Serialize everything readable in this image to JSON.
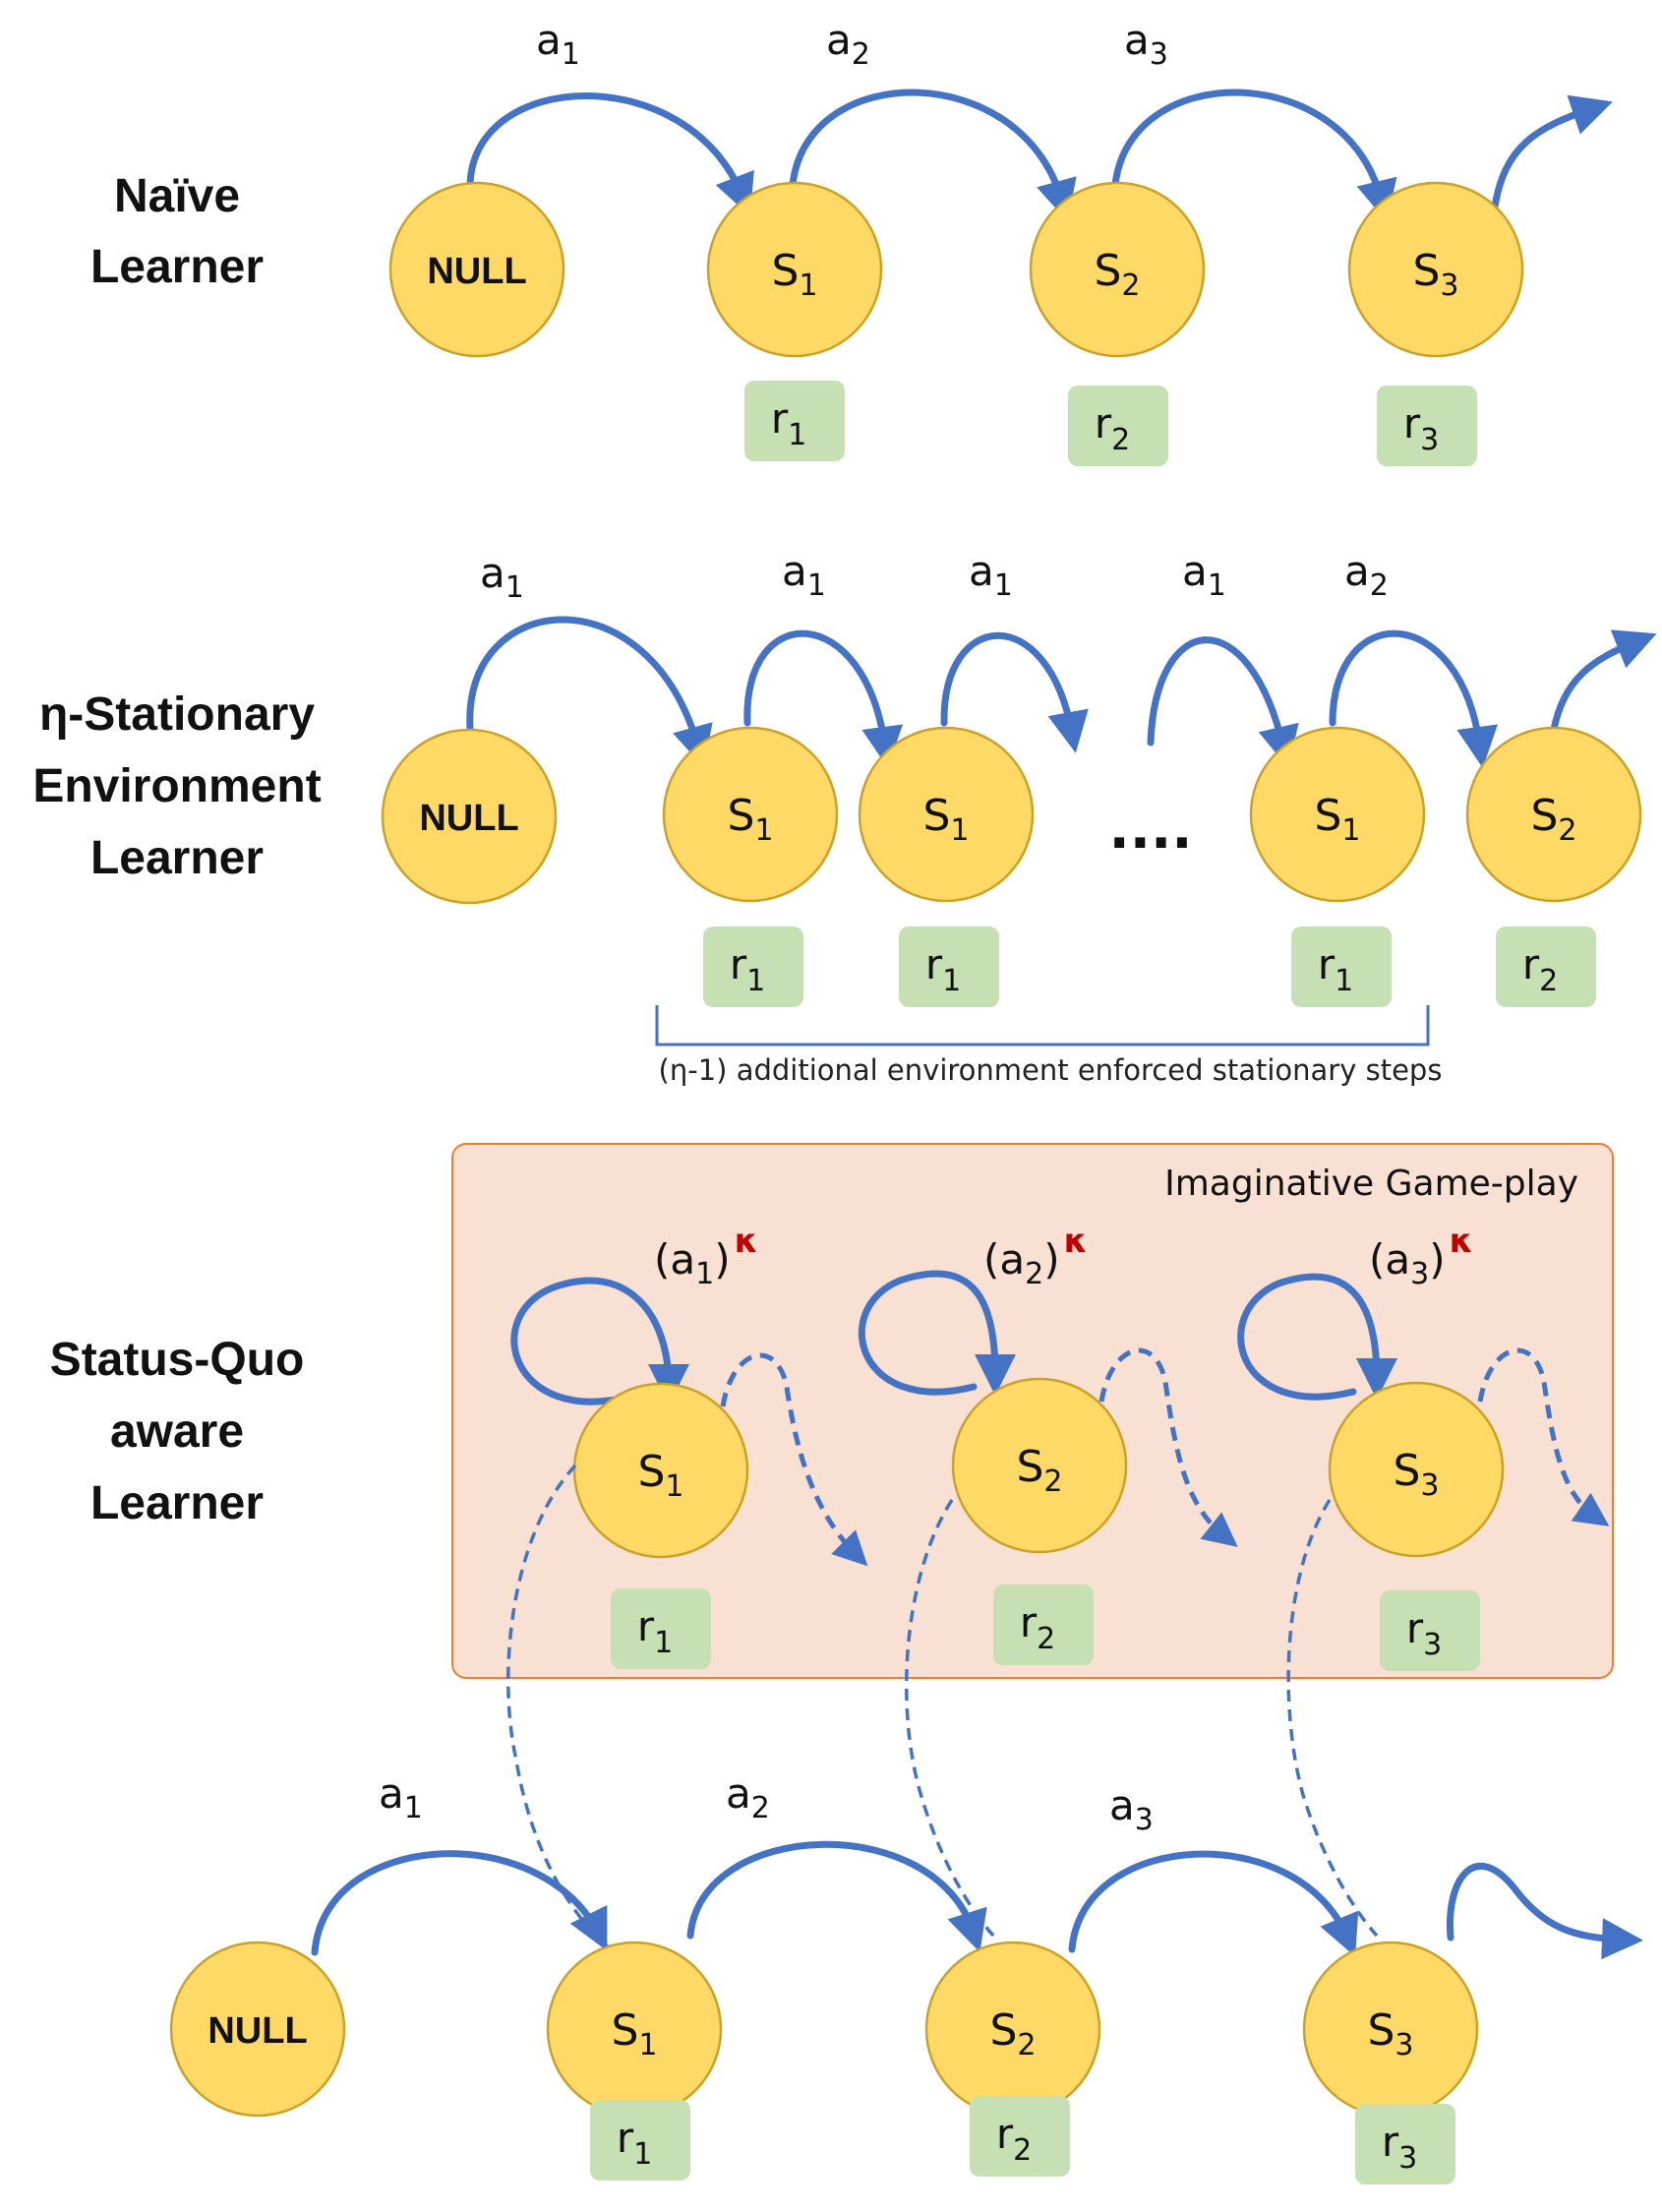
{
  "rows": {
    "naive": {
      "label_lines": [
        "Naïve",
        "Learner"
      ],
      "nodes": [
        {
          "kind": "null",
          "text": "NULL"
        },
        {
          "kind": "state",
          "letter": "S",
          "sub": "1"
        },
        {
          "kind": "state",
          "letter": "S",
          "sub": "2"
        },
        {
          "kind": "state",
          "letter": "S",
          "sub": "3"
        }
      ],
      "rewards": [
        {
          "letter": "r",
          "sub": "1"
        },
        {
          "letter": "r",
          "sub": "2"
        },
        {
          "letter": "r",
          "sub": "3"
        }
      ],
      "actions": [
        {
          "letter": "a",
          "sub": "1"
        },
        {
          "letter": "a",
          "sub": "2"
        },
        {
          "letter": "a",
          "sub": "3"
        }
      ]
    },
    "stationary": {
      "label_lines": [
        "η-Stationary",
        "Environment",
        "Learner"
      ],
      "nodes": [
        {
          "kind": "null",
          "text": "NULL"
        },
        {
          "kind": "state",
          "letter": "S",
          "sub": "1"
        },
        {
          "kind": "state",
          "letter": "S",
          "sub": "1"
        },
        {
          "kind": "state",
          "letter": "S",
          "sub": "1"
        },
        {
          "kind": "state",
          "letter": "S",
          "sub": "2"
        }
      ],
      "ellipsis": "....",
      "rewards": [
        {
          "letter": "r",
          "sub": "1"
        },
        {
          "letter": "r",
          "sub": "1"
        },
        {
          "letter": "r",
          "sub": "1"
        },
        {
          "letter": "r",
          "sub": "2"
        }
      ],
      "actions": [
        {
          "letter": "a",
          "sub": "1"
        },
        {
          "letter": "a",
          "sub": "1"
        },
        {
          "letter": "a",
          "sub": "1"
        },
        {
          "letter": "a",
          "sub": "1"
        },
        {
          "letter": "a",
          "sub": "2"
        }
      ],
      "bracket_text": "(η-1) additional environment enforced stationary steps"
    },
    "status_quo": {
      "label_lines": [
        "Status-Quo",
        "aware",
        "Learner"
      ],
      "imagination": {
        "title": "Imaginative Game-play",
        "nodes": [
          {
            "kind": "state",
            "letter": "S",
            "sub": "1"
          },
          {
            "kind": "state",
            "letter": "S",
            "sub": "2"
          },
          {
            "kind": "state",
            "letter": "S",
            "sub": "3"
          }
        ],
        "rewards": [
          {
            "letter": "r",
            "sub": "1"
          },
          {
            "letter": "r",
            "sub": "2"
          },
          {
            "letter": "r",
            "sub": "3"
          }
        ],
        "actions": [
          {
            "open": "(",
            "letter": "a",
            "sub": "1",
            "close": ")",
            "power": "κ"
          },
          {
            "open": "(",
            "letter": "a",
            "sub": "2",
            "close": ")",
            "power": "κ"
          },
          {
            "open": "(",
            "letter": "a",
            "sub": "3",
            "close": ")",
            "power": "κ"
          }
        ]
      },
      "nodes": [
        {
          "kind": "null",
          "text": "NULL"
        },
        {
          "kind": "state",
          "letter": "S",
          "sub": "1"
        },
        {
          "kind": "state",
          "letter": "S",
          "sub": "2"
        },
        {
          "kind": "state",
          "letter": "S",
          "sub": "3"
        }
      ],
      "rewards": [
        {
          "letter": "r",
          "sub": "1"
        },
        {
          "letter": "r",
          "sub": "2"
        },
        {
          "letter": "r",
          "sub": "3"
        }
      ],
      "actions": [
        {
          "letter": "a",
          "sub": "1"
        },
        {
          "letter": "a",
          "sub": "2"
        },
        {
          "letter": "a",
          "sub": "3"
        }
      ]
    }
  },
  "colors": {
    "node_fill": "#FFD966",
    "node_stroke": "#C9A227",
    "reward_fill": "#C6E0B4",
    "arrow": "#4472C4",
    "imagination_fill": "#F8E0D3",
    "imagination_border": "#ED7D31",
    "kappa": "#C00000"
  }
}
